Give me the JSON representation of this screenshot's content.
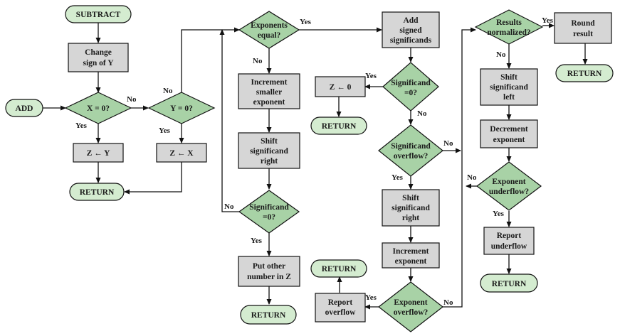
{
  "diagram": {
    "terminals": {
      "subtract": "SUBTRACT",
      "add": "ADD",
      "return_left": "RETURN",
      "return_mid": "RETURN",
      "return_bottom": "RETURN",
      "return_center": "RETURN",
      "return_right_top": "RETURN",
      "return_right_bottom": "RETURN"
    },
    "processes": {
      "change_sign": [
        "Change",
        "sign of Y"
      ],
      "z_y": "Z ← Y",
      "z_x": "Z ← X",
      "increment_smaller": [
        "Increment",
        "smaller",
        "exponent"
      ],
      "shift_right_a": [
        "Shift",
        "significand",
        "right"
      ],
      "put_other": [
        "Put other",
        "number in Z"
      ],
      "add_signed": [
        "Add",
        "signed",
        "significands"
      ],
      "z_zero": "Z ← 0",
      "shift_right_b": [
        "Shift",
        "significand",
        "right"
      ],
      "increment_exp": [
        "Increment",
        "exponent"
      ],
      "report_overflow": [
        "Report",
        "overflow"
      ],
      "round_result": [
        "Round",
        "result"
      ],
      "shift_left": [
        "Shift",
        "significand",
        "left"
      ],
      "decrement_exp": [
        "Decrement",
        "exponent"
      ],
      "report_underflow": [
        "Report",
        "underflow"
      ]
    },
    "decisions": {
      "x_zero": "X = 0?",
      "y_zero": "Y = 0?",
      "exponents_equal": [
        "Exponents",
        "equal?"
      ],
      "sig_zero_a": [
        "Significand",
        "=0?"
      ],
      "sig_zero_b": [
        "Significand",
        "=0?"
      ],
      "sig_overflow": [
        "Significand",
        "overflow?"
      ],
      "exp_overflow": [
        "Exponent",
        "overflow?"
      ],
      "normalized": [
        "Results",
        "normalized?"
      ],
      "exp_underflow": [
        "Exponent",
        "underflow?"
      ]
    },
    "edge_labels": {
      "yes": "Yes",
      "no": "No"
    }
  }
}
